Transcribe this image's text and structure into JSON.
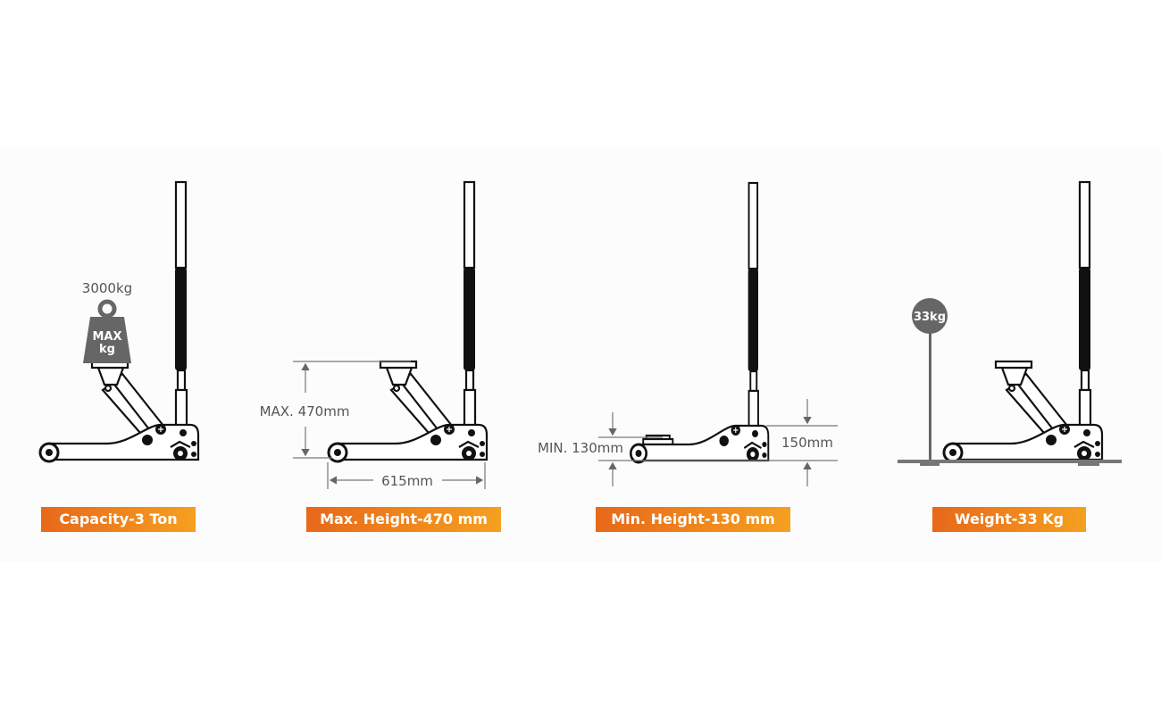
{
  "panels": [
    {
      "label": "Capacity-3 Ton",
      "annotation": "3000kg",
      "weight_text_1": "MAX",
      "weight_text_2": "kg"
    },
    {
      "label": "Max. Height-470 mm",
      "height_annotation": "MAX. 470mm",
      "length_annotation": "615mm"
    },
    {
      "label": "Min. Height-130 mm",
      "min_annotation": "MIN. 130mm",
      "body_annotation": "150mm"
    },
    {
      "label": "Weight-33 Kg",
      "badge": "33kg"
    }
  ],
  "colors": {
    "accent_start": "#e8681a",
    "accent_end": "#f5a01f",
    "annotation": "#555555",
    "icon_fill": "#666666"
  }
}
